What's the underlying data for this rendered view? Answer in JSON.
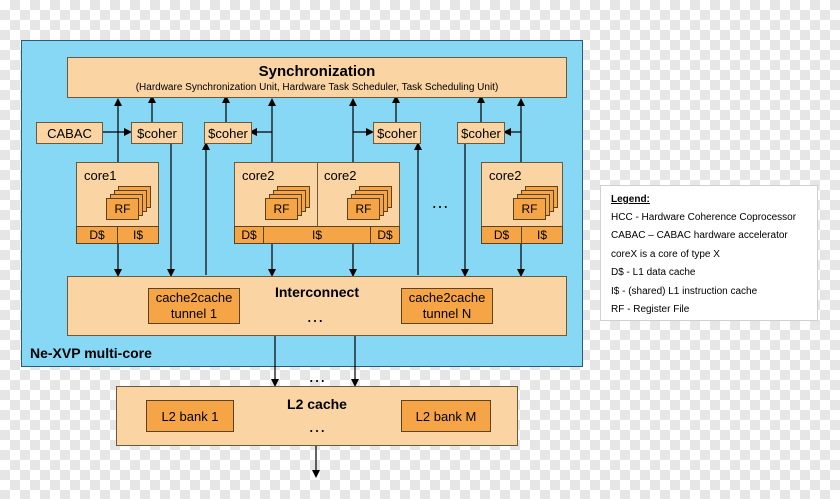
{
  "multicore": {
    "label": "Ne-XVP multi-core",
    "bg": "#87d8f5"
  },
  "sync": {
    "title": "Synchronization",
    "subtitle": "(Hardware Synchronization Unit, Hardware Task Scheduler, Task Scheduling Unit)"
  },
  "cabac": "CABAC",
  "scoher": "$coher",
  "cores": [
    "core1",
    "core2",
    "core2",
    "core2"
  ],
  "rf": "RF",
  "dcache": "D$",
  "icache": "I$",
  "ellipsis": "…",
  "interconnect": {
    "title": "Interconnect",
    "tunnel1": [
      "cache2cache",
      "tunnel 1"
    ],
    "tunnelN": [
      "cache2cache",
      "tunnel N"
    ]
  },
  "l2": {
    "title": "L2 cache",
    "bank1": "L2 bank 1",
    "bankM": "L2 bank M"
  },
  "legend": {
    "title": "Legend:",
    "items": [
      "HCC - Hardware Coherence Coprocessor",
      "CABAC – CABAC hardware accelerator",
      "coreX is a core of type X",
      "D$ - L1 data cache",
      "I$ - (shared) L1 instruction cache",
      "RF - Register File"
    ]
  },
  "colors": {
    "light_orange": "#fad4a3",
    "orange": "#f5a545",
    "blue": "#87d8f5"
  }
}
